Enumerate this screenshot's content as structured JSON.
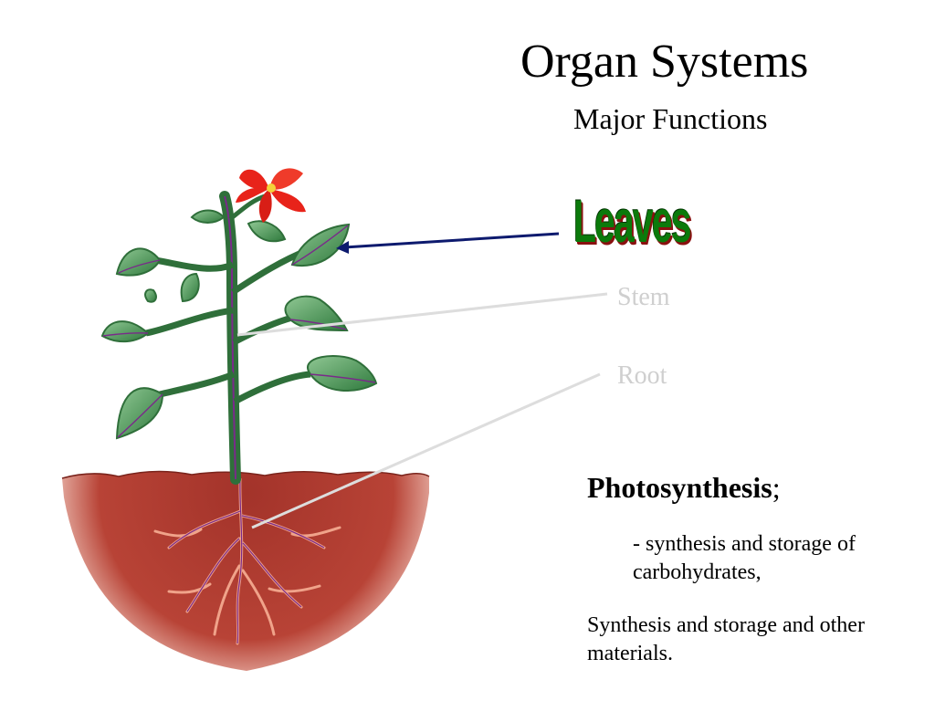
{
  "slide": {
    "title": "Organ Systems",
    "subtitle": "Major Functions",
    "labels": {
      "leaves": "Leaves",
      "stem": "Stem",
      "root": "Root"
    },
    "body": {
      "heading_bold": "Photosynthesis",
      "heading_suffix": ";",
      "bullet": "- synthesis and storage of carbohydrates,",
      "paragraph": "Synthesis and storage and other materials."
    }
  },
  "colors": {
    "leaf": "#3f8a4a",
    "vein": "#7a2a8a",
    "soil": "#a9362a",
    "flower": "#e8231a",
    "pointer_active": "#0d1a6e",
    "pointer_inactive": "#dddddd",
    "label_green": "#0b7a0b"
  }
}
